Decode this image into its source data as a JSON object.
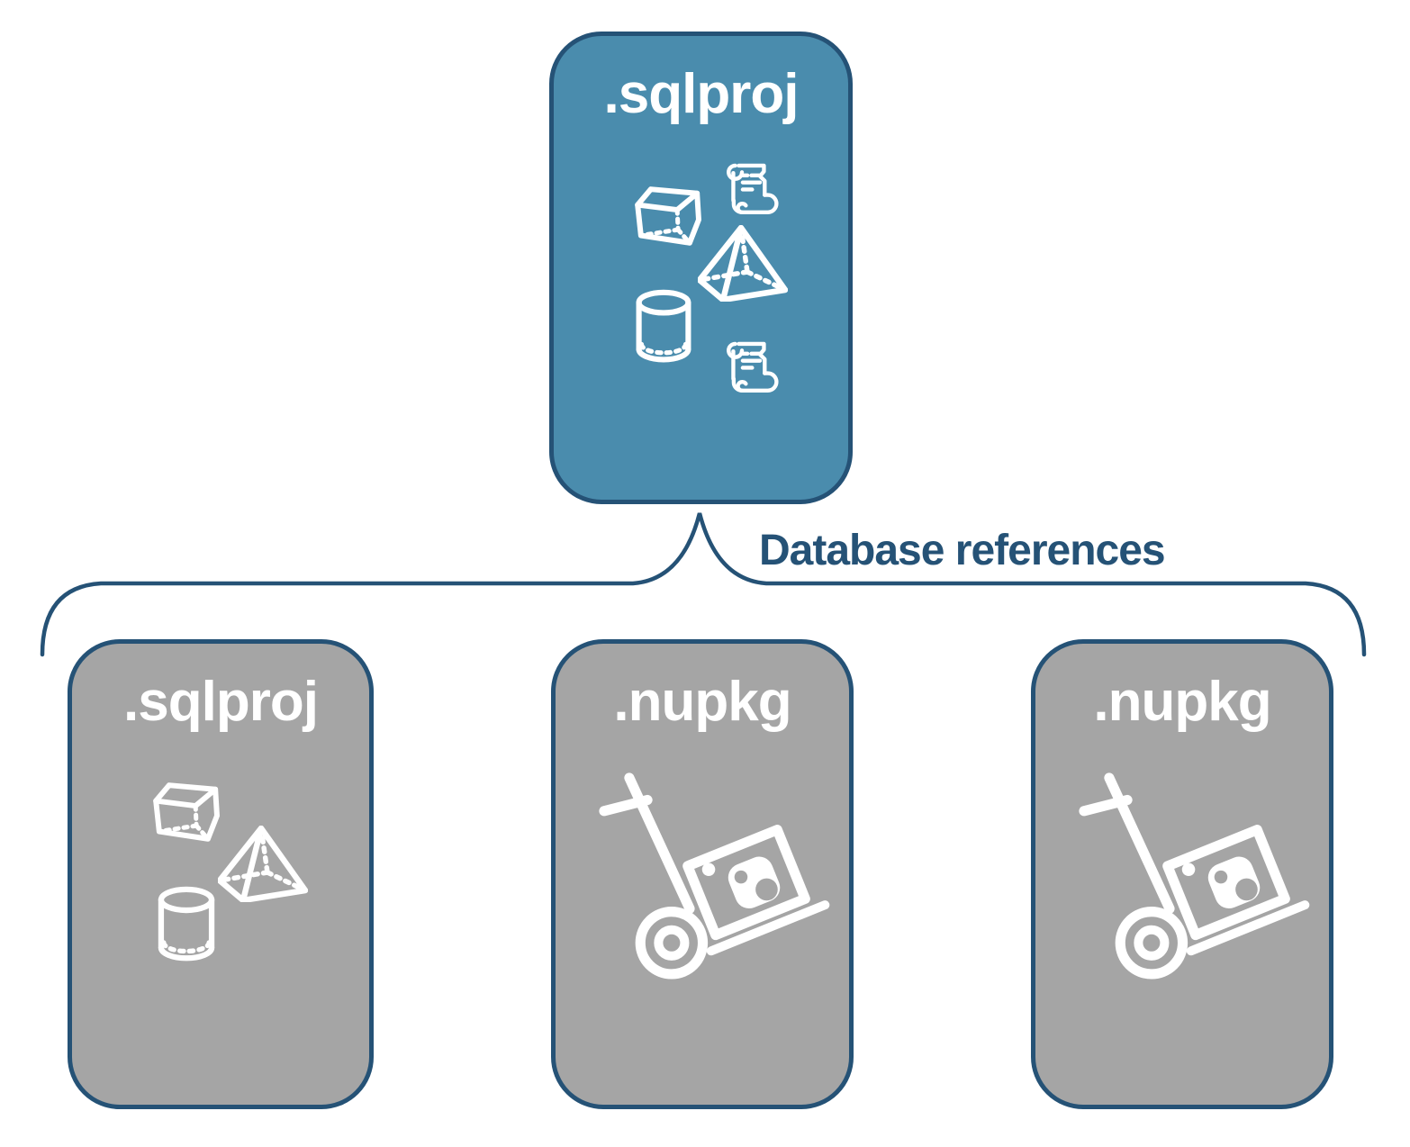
{
  "colors": {
    "teal": "#4A8CAD",
    "navy": "#255276",
    "gray": "#A5A5A5",
    "white": "#FFFFFF"
  },
  "connector_label": "Database references",
  "root_node": {
    "label": ".sqlproj",
    "icons": [
      "cube-icon",
      "sql-script-scroll-icon",
      "pyramid-icon",
      "database-cylinder-icon",
      "sql-script-scroll-icon"
    ]
  },
  "child_nodes": [
    {
      "label": ".sqlproj",
      "icons": [
        "cube-icon",
        "pyramid-icon",
        "database-cylinder-icon"
      ]
    },
    {
      "label": ".nupkg",
      "icons": [
        "hand-truck-package-icon"
      ]
    },
    {
      "label": ".nupkg",
      "icons": [
        "hand-truck-package-icon"
      ]
    }
  ]
}
